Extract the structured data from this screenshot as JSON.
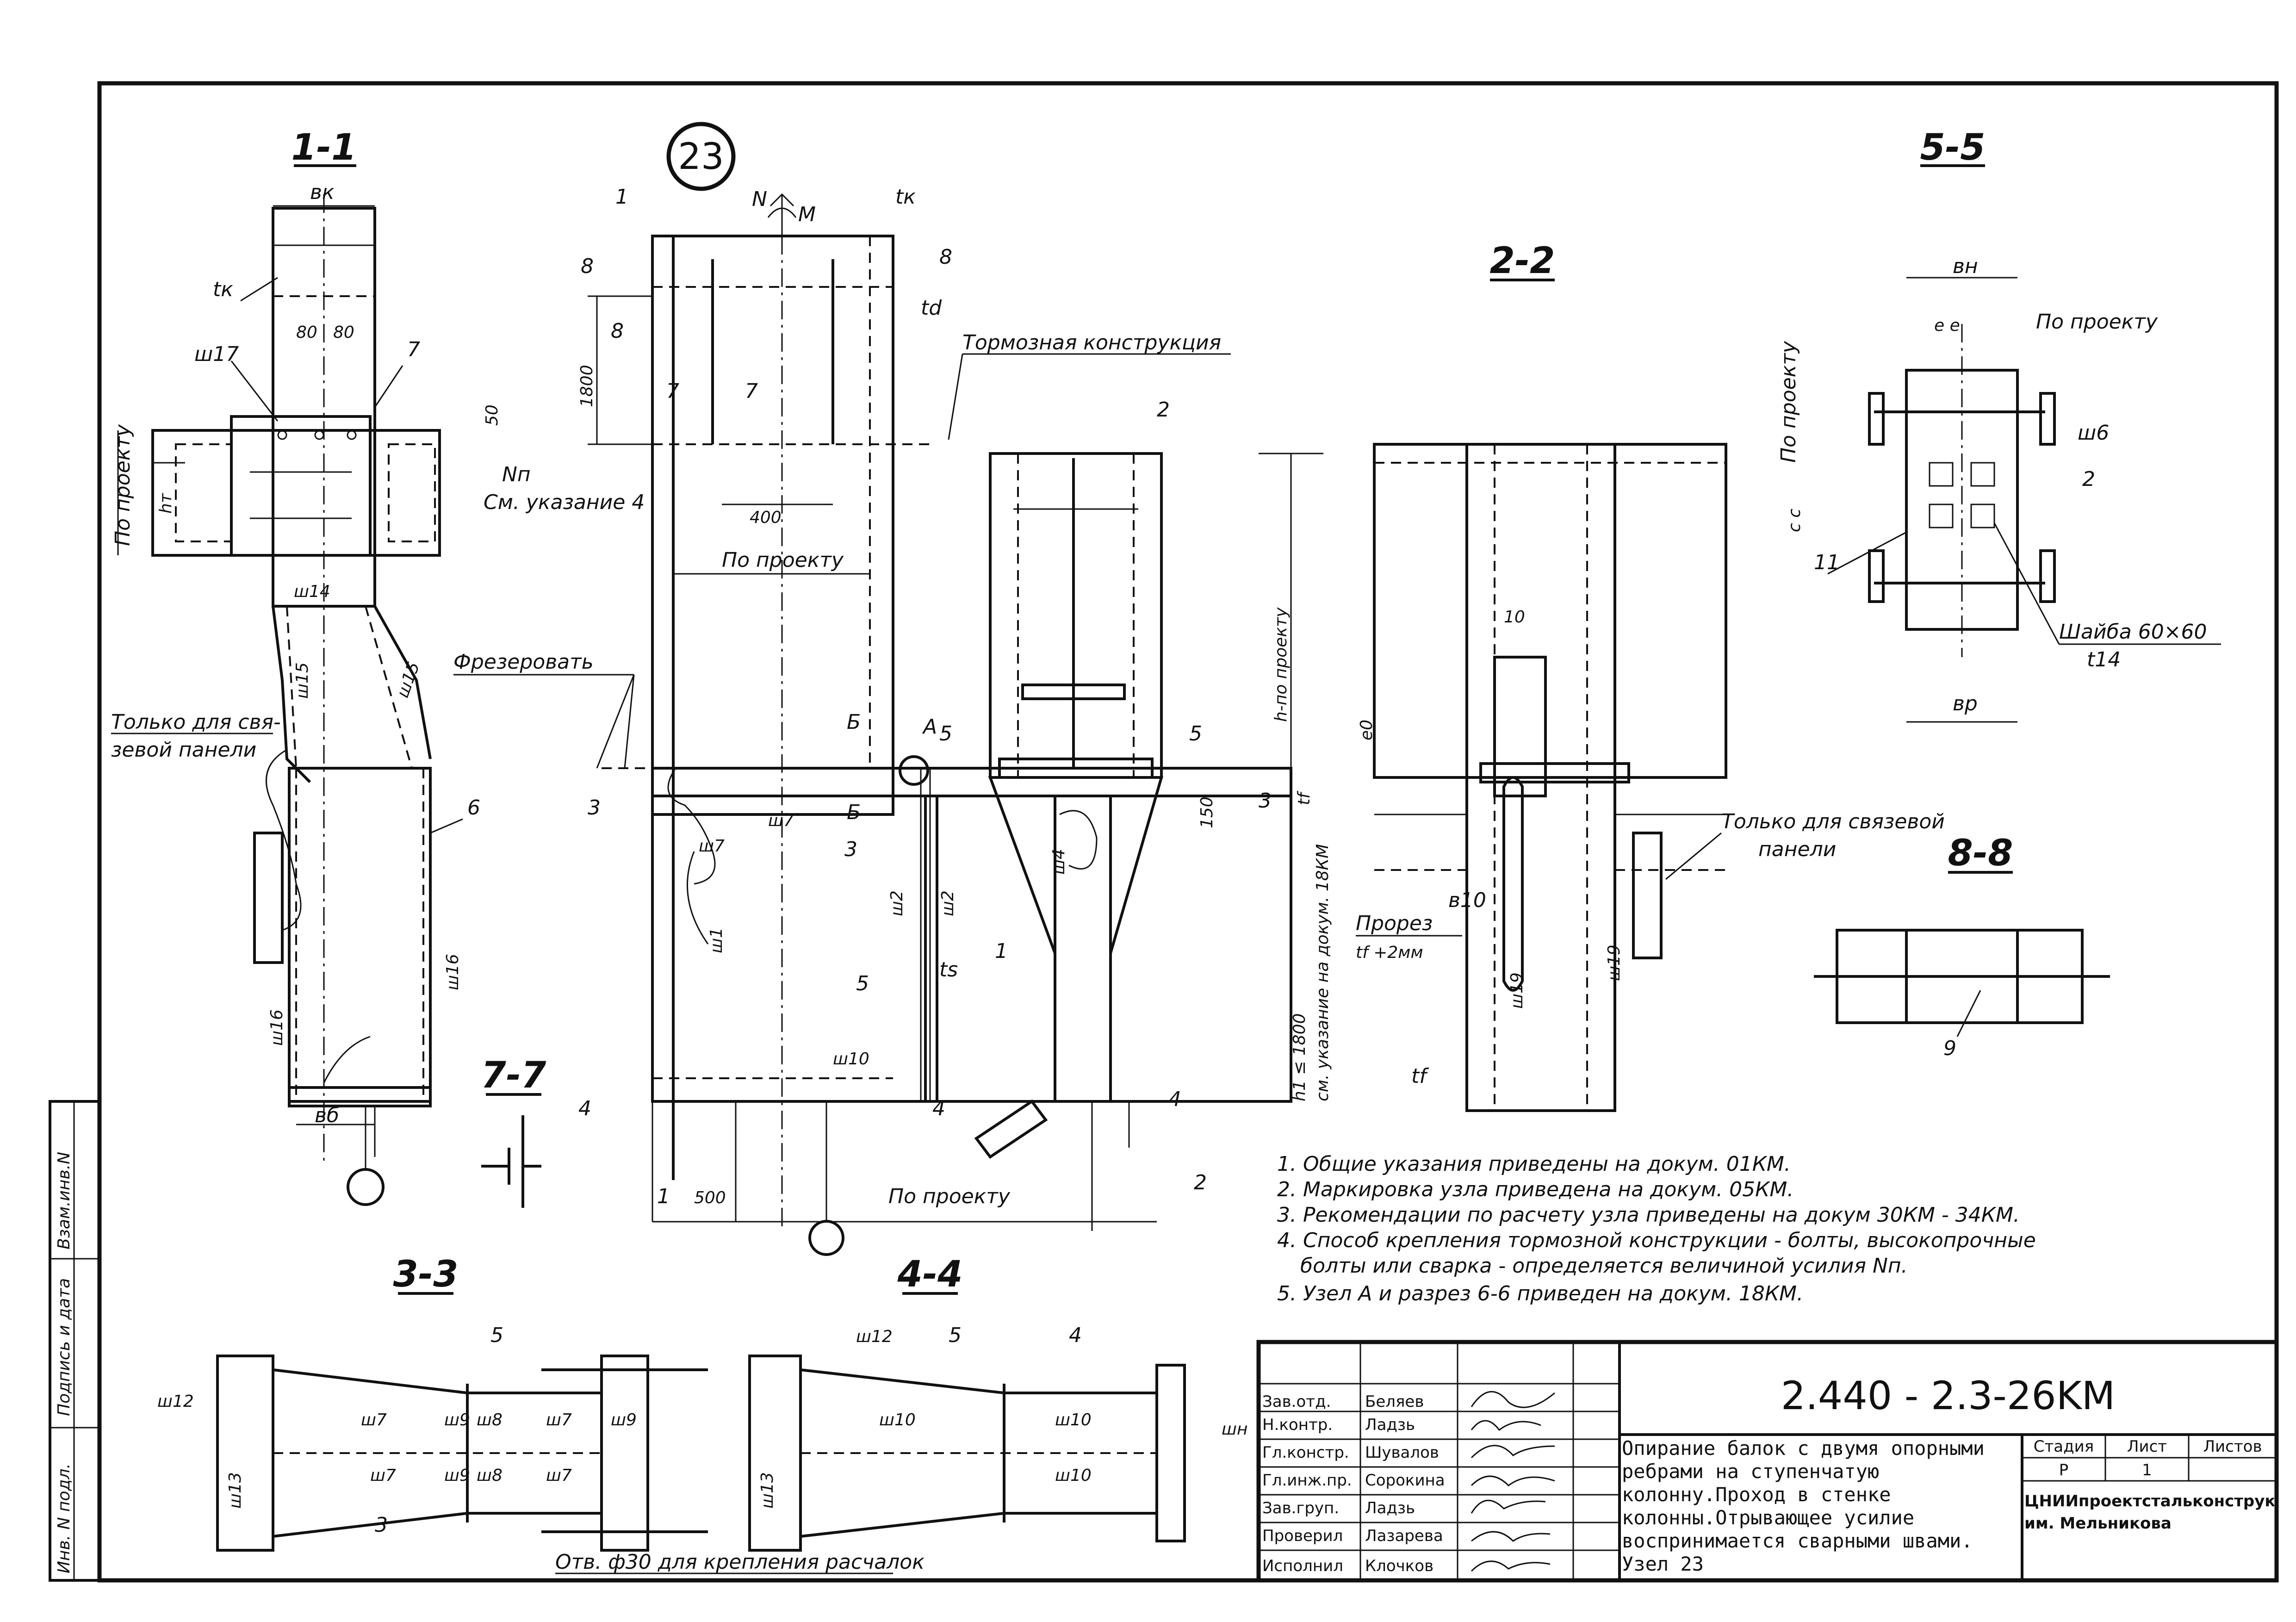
{
  "sheet": {
    "node_number": "23",
    "doc_code": "2.440 - 2.3-26KM",
    "title": "Опирание балок с двумя опорными ребрами на ступенчатую колонну.Проход в стенке колонны.Отрывающее усилие воспринимается сварными швами. Узел 23",
    "org": "ЦНИИпроектстальконструкция им. Мельникова",
    "stage_head": "Стадия",
    "sheet_head": "Лист",
    "sheets_head": "Листов",
    "stage": "Р",
    "sheet_no": "1"
  },
  "stamp": [
    {
      "role": "Зав.отд.",
      "name": "Беляев"
    },
    {
      "role": "Н.контр.",
      "name": "Ладзь"
    },
    {
      "role": "Гл.констр.",
      "name": "Шувалов"
    },
    {
      "role": "Гл.инж.пр.",
      "name": "Сорокина"
    },
    {
      "role": "Зав.груп.",
      "name": "Ладзь"
    },
    {
      "role": "Проверил",
      "name": "Лазарева"
    },
    {
      "role": "Исполнил",
      "name": "Клочков"
    }
  ],
  "side_stamp": [
    "Инв. N подл.",
    "Подпись и дата",
    "Взам.инв.N"
  ],
  "sections": {
    "s11": "1-1",
    "s22": "2-2",
    "s33": "3-3",
    "s44": "4-4",
    "s55": "5-5",
    "s77": "7-7",
    "s88": "8-8"
  },
  "labels": {
    "bk": "вк",
    "tk": "tк",
    "tk2": "tк",
    "td": "td",
    "sh17": "ш17",
    "n80a": "80",
    "n80b": "80",
    "n7": "7",
    "n50": "50",
    "Nn": "Nп",
    "see4": "См. указание 4",
    "po_proektu_v": "По проекту",
    "hT": "hт",
    "sh14": "ш14",
    "sh15a": "ш15",
    "sh15b": "ш15",
    "n6": "6",
    "only_link": "Только для свя-",
    "only_link2": "зевой панели",
    "sh16a": "ш16",
    "sh16b": "ш16",
    "bb": "вб",
    "N": "N",
    "M": "M",
    "n1a": "1",
    "n1b": "1",
    "n8a": "8",
    "n8b": "8",
    "n8c": "8",
    "n1800": "1800",
    "torm": "Тормозная конструкция",
    "n7a": "7",
    "n7b": "7",
    "n400": "400",
    "po_proektu1": "По проекту",
    "frez": "Фрезеровать",
    "A": "А",
    "B1": "Б",
    "B2": "Б",
    "n5a": "5",
    "n5b": "5",
    "n3a": "3",
    "n3b": "3",
    "sh7a": "ш7",
    "sh7b": "ш7",
    "n3c": "3",
    "n150": "150",
    "sh1": "ш1",
    "sh2a": "ш2",
    "sh2b": "ш2",
    "ts": "ts",
    "n5c": "5",
    "n1c": "1",
    "sh10": "ш10",
    "n4a": "4",
    "n4b": "4",
    "n4c": "4",
    "n500": "500",
    "po_proektu2": "По проекту",
    "n2a": "2",
    "n2b": "2",
    "h_proekt": "h-по проекту",
    "h1": "h1 ≤ 1800",
    "h1_note": "см. указание на докум. 18КМ",
    "tf": "tf",
    "sh4": "ш4",
    "n10": "10",
    "e0": "e0",
    "b10": "в10",
    "prorez": "Прорез",
    "prorez2": "tf +2мм",
    "t1": "tf",
    "sh19a": "ш19",
    "sh19b": "ш19",
    "only_link_b": "Только для связевой",
    "only_link_b2": "панели",
    "bn": "вн",
    "po_proektu3": "По проекту",
    "po_proektu4": "По проекту",
    "ee": "e e",
    "cc": "c c",
    "sh6": "ш6",
    "n2c": "2",
    "n11": "11",
    "shayba": "Шайба 60×60",
    "t14": "t14",
    "bp": "вр",
    "n9": "9",
    "sh12a": "ш12",
    "n5d": "5",
    "sh13a": "ш13",
    "sh7c": "ш7",
    "sh9a": "ш9",
    "sh8a": "ш8",
    "sh7d": "ш7",
    "sh9b": "ш9",
    "sh7e": "ш7",
    "sh9c": "ш9",
    "sh8b": "ш8",
    "sh7f": "ш7",
    "n3d": "3",
    "otv": "Отв. ф30 для крепления расчалок",
    "sh12b": "ш12",
    "n5e": "5",
    "n4d": "4",
    "sh13b": "ш13",
    "sh10a": "ш10",
    "sh10b": "ш10",
    "sh10c": "ш10",
    "sh11": "шн"
  },
  "notes": [
    "1. Общие указания приведены на докум. 01КМ.",
    "2. Маркировка узла приведена на докум. 05КМ.",
    "3. Рекомендации по расчету узла приведены на докум 30КМ - 34КМ.",
    "4. Способ крепления тормозной конструкции - болты, высокопрочные",
    "болты или сварка - определяется величиной усилия Nп.",
    "5. Узел А и разрез 6-6 приведен на докум. 18КМ."
  ]
}
